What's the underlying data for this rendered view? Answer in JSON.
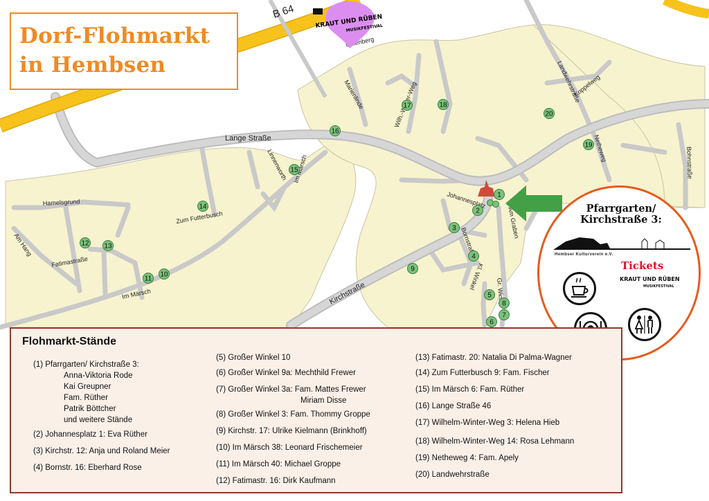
{
  "title": {
    "line1": "Dorf-Flohmarkt",
    "line2": "in Hembsen"
  },
  "streets": {
    "b64": "B 64",
    "uhlenberg": "Uhlenberg",
    "marienlinde": "Marienlinde",
    "wilhWinterWeg": "Wilh.-Winter-Weg",
    "landwehrstrasse": "Landwehrstraße",
    "koppelweg": "Koppelweg",
    "langeStrasse": "Lange Straße",
    "netheweg": "Netheweg",
    "bohnstrasse": "Bohnstraße",
    "linnenworth": "Linnenworth",
    "imMaersch": "Im Märsch",
    "johannesplatz": "Johannesplatz",
    "hamelsgrund": "Hamelsgrund",
    "zumFutterbusch": "Zum Futterbusch",
    "amHang": "Am Hang",
    "fatimastrasse": "Fatimastraße",
    "imMaersch2": "Im Märsch",
    "bornstrasse": "Bornstraße",
    "amGraben": "Am Graben",
    "klWinkel": "Kl. Winkel",
    "grWinkel": "Gr. Winkel",
    "kirchstrasse": "Kirchstraße"
  },
  "markers": [
    "1",
    "2",
    "3",
    "4",
    "5",
    "6",
    "7",
    "8",
    "9",
    "10",
    "11",
    "12",
    "13",
    "14",
    "15",
    "16",
    "17",
    "18",
    "19",
    "20"
  ],
  "festival": {
    "line1": "KRAUT UND RÜBEN",
    "line2": "MUSIKFESTIVAL"
  },
  "info": {
    "title": "Pfarrgarten/ Kirchstraße 3:",
    "title_l1": "Pfarrgarten/",
    "title_l2": "Kirchstraße 3:",
    "kulturverein": "Hembser Kulturverein e.V.",
    "tickets": "Tickets",
    "icons": [
      "coffee-icon",
      "plate-cutlery-icon",
      "toilet-icon"
    ]
  },
  "legend": {
    "title": "Flohmarkt-Stände",
    "col1": [
      "(1)  Pfarrgarten/ Kirchstraße 3:",
      "(2)  Johannesplatz 1: Eva Rüther",
      "(3)  Kirchstr. 12: Anja und Roland Meier",
      "(4)  Bornstr. 16: Eberhard Rose"
    ],
    "col1_sub": [
      "Anna-Viktoria Rode",
      "Kai Greupner",
      "Fam. Rüther",
      "Patrik Böttcher",
      "und weitere Stände"
    ],
    "col2": [
      "(5) Großer Winkel 10",
      "(6) Großer Winkel 9a: Mechthild Frewer",
      "(7) Großer Winkel 3a: Fam. Mattes Frewer",
      "(8) Großer Winkel 3: Fam. Thommy Groppe",
      "(9) Kirchstr. 17: Ulrike Kielmann (Brinkhoff)",
      "(10) Im Märsch 38: Leonard Frischemeier",
      "(11) Im Märsch 40: Michael Groppe",
      "(12) Fatimastr. 16: Dirk Kaufmann"
    ],
    "col2_sub": "Miriam Disse",
    "col3": [
      "(13) Fatimastr. 20: Natalia Di Palma-Wagner",
      "(14) Zum Futterbusch 9: Fam. Fischer",
      "(15) Im Märsch 6: Fam. Rüther",
      "(16) Lange Straße 46",
      "(17) Wilhelm-Winter-Weg 3: Helena Hieb",
      "(18) Wilhelm-Winter-Weg 14:  Rosa Lehmann",
      "(19) Netheweg 4: Fam. Apely",
      "(20) Landwehrstraße"
    ]
  },
  "colors": {
    "area": "#f7f3cf",
    "areaStroke": "#bdbdbd",
    "highway": "#f7c21b",
    "mainRoad": "#c8c8c8",
    "marker": "#79c27a",
    "accent": "#f08a24",
    "arrow": "#43a047",
    "circle": "#e85a1c"
  }
}
